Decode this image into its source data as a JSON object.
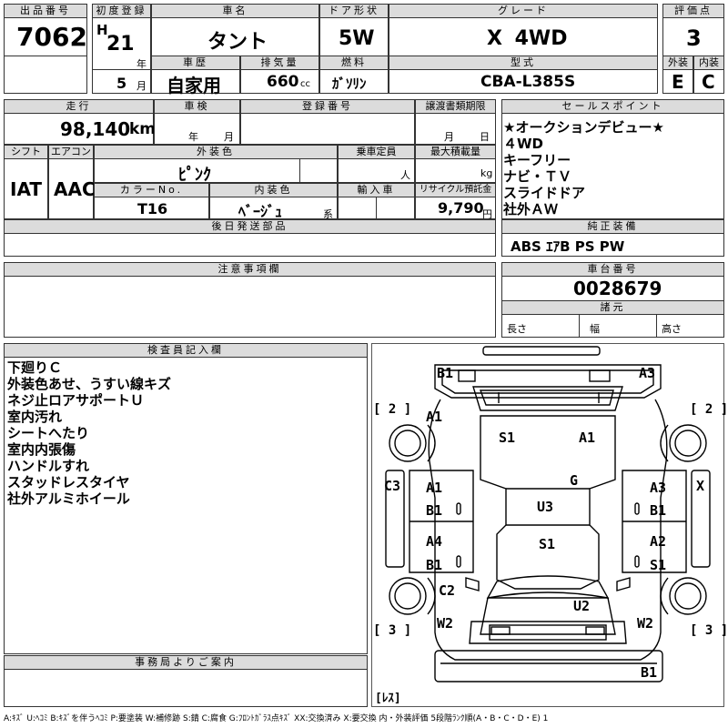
{
  "header": {
    "lot_label": "出品番号",
    "lot": "7062",
    "first_reg_label": "初度登録",
    "era": "H",
    "year": "21",
    "year_unit": "年",
    "month": "5",
    "month_unit": "月",
    "car_name_label": "車名",
    "car_name": "タント",
    "door_label": "ドア形状",
    "door": "5W",
    "grade_label": "グレード",
    "grade": "X 4WD",
    "score_label": "評価点",
    "score": "3",
    "history_label": "車歴",
    "history": "自家用",
    "displacement_label": "排気量",
    "displacement": "660",
    "displacement_unit": "cc",
    "fuel_label": "燃料",
    "fuel": "ｶﾞｿﾘﾝ",
    "model_label": "型式",
    "model": "CBA-L385S",
    "ext_label": "外装",
    "ext": "E",
    "int_label": "内装",
    "int": "C"
  },
  "info": {
    "mileage_label": "走行",
    "mileage": "98,140",
    "mileage_unit": "km",
    "inspection_label": "車検",
    "year_unit": "年",
    "month_unit": "月",
    "day_unit": "日",
    "reg_no_label": "登録番号",
    "transfer_label": "譲渡書類期限",
    "shift_label": "シフト",
    "shift": "IAT",
    "ac_label": "エアコン",
    "ac": "AAC",
    "color_label": "外装色",
    "color": "ﾋﾟﾝｸ",
    "capacity_label": "乗車定員",
    "capacity_unit": "人",
    "load_label": "最大積載量",
    "load_unit": "kg",
    "color_no_label": "カラーNo.",
    "color_no": "T16",
    "interior_color_label": "内装色",
    "interior_color": "ﾍﾞｰｼﾞｭ",
    "interior_color_unit": "系",
    "import_label": "輸入車",
    "recycle_label": "リサイクル預託金",
    "recycle": "9,790",
    "recycle_unit": "円",
    "later_label": "後日発送部品"
  },
  "sales_points": {
    "label": "セールスポイント",
    "items": [
      "★オークションデビュー★",
      "４WD",
      "キーフリー",
      "ナビ・ＴＶ",
      "スライドドア",
      "社外ＡＷ"
    ]
  },
  "equipment": {
    "label": "純正装備",
    "value": "ABS ｴｱB PS PW"
  },
  "notes": {
    "label": "注意事項欄"
  },
  "chassis": {
    "label": "車台番号",
    "value": "0028679",
    "spec_label": "諸元",
    "length_label": "長さ",
    "width_label": "幅",
    "height_label": "高さ"
  },
  "inspector": {
    "label": "検査員記入欄",
    "items": [
      "下廻りＣ",
      "外装色あせ、うすい線キズ",
      "ネジ止ロアサポートＵ",
      "室内汚れ",
      "シートへたり",
      "室内内張傷",
      "ハンドルすれ",
      "スタッドレスタイヤ",
      "社外アルミホイール"
    ]
  },
  "office": {
    "label": "事務局よりご案内"
  },
  "diagram": {
    "marks": {
      "rear_left": "B1",
      "rear_right": "A3",
      "tire_rl": "[ 2 ]",
      "tire_rr": "[ 2 ]",
      "tire_fl": "[ 3 ]",
      "tire_fr": "[ 3 ]",
      "quarter_l": "A1",
      "roof_rear": "S1",
      "roof_right": "A1",
      "side_l": "C3",
      "side_r": "X",
      "glass": "G",
      "door_l1_a": "A1",
      "door_l1_b": "B1",
      "door_r1_a": "A3",
      "door_r1_b": "B1",
      "roof_mid": "U3",
      "door_l2_a": "A4",
      "door_l2_b": "B1",
      "door_r2_a": "A2",
      "door_r2_b": "S1",
      "roof_front": "S1",
      "fender_l": "C2",
      "hood": "U2",
      "front_l": "W2",
      "front_r": "W2",
      "bumper": "B1",
      "lens": "[ﾚｽ]"
    }
  },
  "legend": "A:ｷｽﾞ U:ﾍｺﾐ B:ｷｽﾞを伴うﾍｺﾐ P:要塗装 W:補修跡 S:錆 C:腐食 G:ﾌﾛﾝﾄｶﾞﾗｽ点ｷｽﾞ XX:交換済み X:要交換 内・外装評価 5段階ﾗﾝｸ順(A・B・C・D・E) 1"
}
